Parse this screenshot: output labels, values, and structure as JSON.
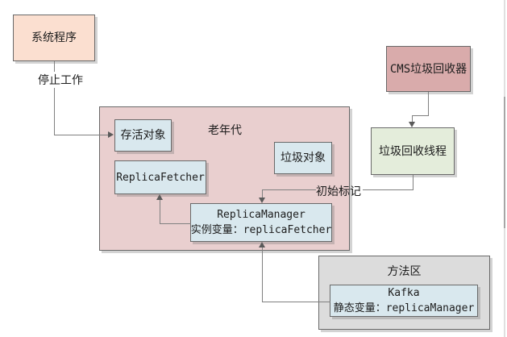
{
  "nodes": {
    "system_program": {
      "label": "系统程序",
      "fill": "#fbdfd0"
    },
    "old_gen": {
      "title": "老年代",
      "fill": "#e9cfcf"
    },
    "alive_object": {
      "label": "存活对象",
      "fill": "#d9e8ee"
    },
    "garbage_object": {
      "label": "垃圾对象",
      "fill": "#d9e8ee"
    },
    "replica_fetcher": {
      "label": "ReplicaFetcher",
      "fill": "#d9e8ee"
    },
    "replica_manager": {
      "line1": "ReplicaManager",
      "line2": "实例变量：replicaFetcher",
      "fill": "#d9e8ee"
    },
    "cms_collector": {
      "label": "CMS垃圾回收器",
      "fill": "#d9abab"
    },
    "gc_thread": {
      "label": "垃圾回收线程",
      "fill": "#e4eddb"
    },
    "method_area": {
      "title": "方法区",
      "fill": "#dcdcdc"
    },
    "kafka": {
      "line1": "Kafka",
      "line2": "静态变量：replicaManager",
      "fill": "#d9e8ee"
    }
  },
  "edge_labels": {
    "stop_working": "停止工作",
    "initial_mark": "初始标记"
  },
  "colors": {
    "background": "#ffffff",
    "connector": "#808080",
    "arrowhead": "#5a5a5a",
    "node_border": "#696969",
    "scrollbar_track": "#e0e0e0",
    "scrollbar_thumb": "#a6a6a6"
  }
}
